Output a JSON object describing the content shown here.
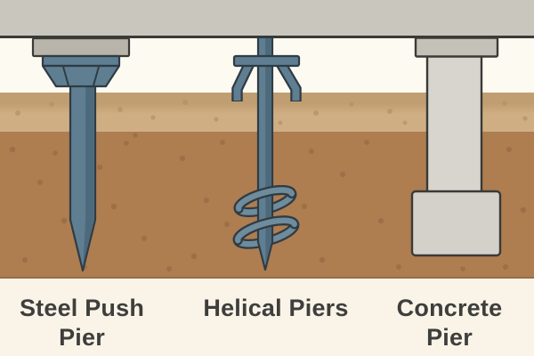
{
  "labels": [
    {
      "id": "steel-push-pier",
      "text": "Steel Push Pier"
    },
    {
      "id": "helical-piers",
      "text": "Helical Piers"
    },
    {
      "id": "concrete-pier",
      "text": "Concrete Pier"
    }
  ],
  "colors": {
    "slab": "#c9c6bd",
    "outline": "#3a3a37",
    "crawl_space": "#fdfaf2",
    "topsoil": "#cfae84",
    "topsoil_dark": "#c19e71",
    "topsoil_speckle": "#b18c5f",
    "subsoil": "#ae7d50",
    "subsoil_speckle": "#8f6844",
    "subsoil_edge": "#96704a",
    "footing": "#b8b4aa",
    "concrete": "#d7d5ce",
    "concrete_cap": "#c4c1b8",
    "concrete_base": "#d3d1c9",
    "steel": "#5f7e91",
    "steel_light": "#6e8c9c",
    "steel_shade": "#4d6a7c",
    "steel_outline": "#2f3c45",
    "label_band": "#faf4e8",
    "label_text": "#3e3e3c"
  }
}
